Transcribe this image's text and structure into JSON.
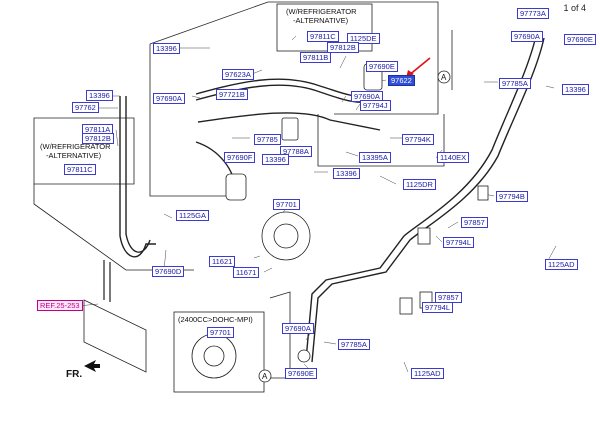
{
  "page_indicator": "1 of 4",
  "notes": {
    "refrigerator_upper": [
      "(W/REFRIGERATOR",
      "-ALTERNATIVE)"
    ],
    "refrigerator_left": [
      "(W/REFRIGERATOR",
      "-ALTERNATIVE)"
    ],
    "engine_variant": "(2400CC>DOHC-MPI)"
  },
  "section_marker": "A",
  "front_label": "FR.",
  "highlight_color": "#2f4fd8",
  "callouts": [
    "97773A",
    "97690A",
    "97690E",
    "13396",
    "97811C",
    "1125DE",
    "97812B",
    "97811B",
    "97623A",
    "97690E",
    "97622",
    "97785A",
    "13396",
    "13396",
    "97690A",
    "97721B",
    "97762",
    "97690A",
    "97794J",
    "97811A",
    "97812B",
    "97785",
    "97788A",
    "13396",
    "97690F",
    "97794K",
    "13395A",
    "1140EX",
    "97811C",
    "13396",
    "1125DR",
    "97701",
    "97794B",
    "1125GA",
    "97857",
    "97794L",
    "11621",
    "11671",
    "97690D",
    "1125AD",
    "REF.25-253",
    "97857",
    "97794L",
    "97701",
    "97690A",
    "97785A",
    "97690E",
    "1125AD"
  ]
}
